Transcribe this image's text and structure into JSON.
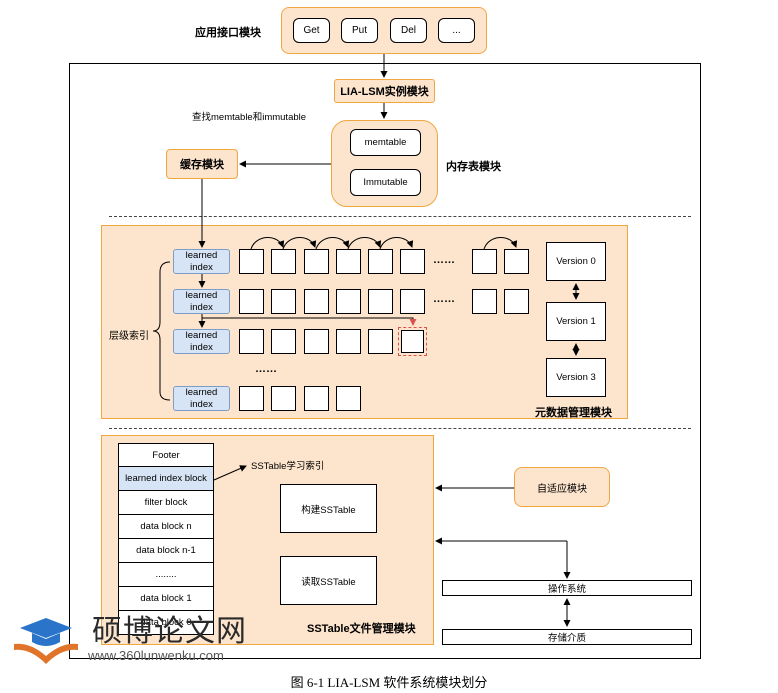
{
  "app_interface": {
    "title": "应用接口模块",
    "buttons": [
      "Get",
      "Put",
      "Del",
      "..."
    ]
  },
  "instance_module": "LIA-LSM实例模块",
  "lookup_note": "查找memtable和immutable",
  "memtable_module": {
    "title": "内存表模块",
    "items": [
      "memtable",
      "Immutable"
    ]
  },
  "cache_module": "缓存模块",
  "metadata_module": {
    "title": "元数据管理模块",
    "level_index_label": "层级索引",
    "learned_index_label": "learned index",
    "ellipsis_row": "……",
    "ellipsis_vertical": "……",
    "versions": [
      "Version 0",
      "Version 1",
      "Version 3"
    ]
  },
  "sstable_module": {
    "title": "SSTable文件管理模块",
    "blocks": [
      "Footer",
      "learned index block",
      "filter block",
      "data block n",
      "data block n-1",
      "........",
      "data block 1",
      "data block 0"
    ],
    "learn_index_note": "SSTable学习索引",
    "build": "构建SSTable",
    "read": "读取SSTable"
  },
  "adaptive_module": "自适应模块",
  "os": "操作系统",
  "storage": "存储介质",
  "caption": "图 6-1 LIA-LSM 软件系统模块划分",
  "watermark": {
    "brand": "硕博论文网",
    "url": "www.360lunwenku.com"
  },
  "colors": {
    "module_fill": "#fde4cc",
    "module_border": "#f0a742",
    "learned_index_fill": "#d7e4f5",
    "highlight_dashed": "#d9534f"
  }
}
